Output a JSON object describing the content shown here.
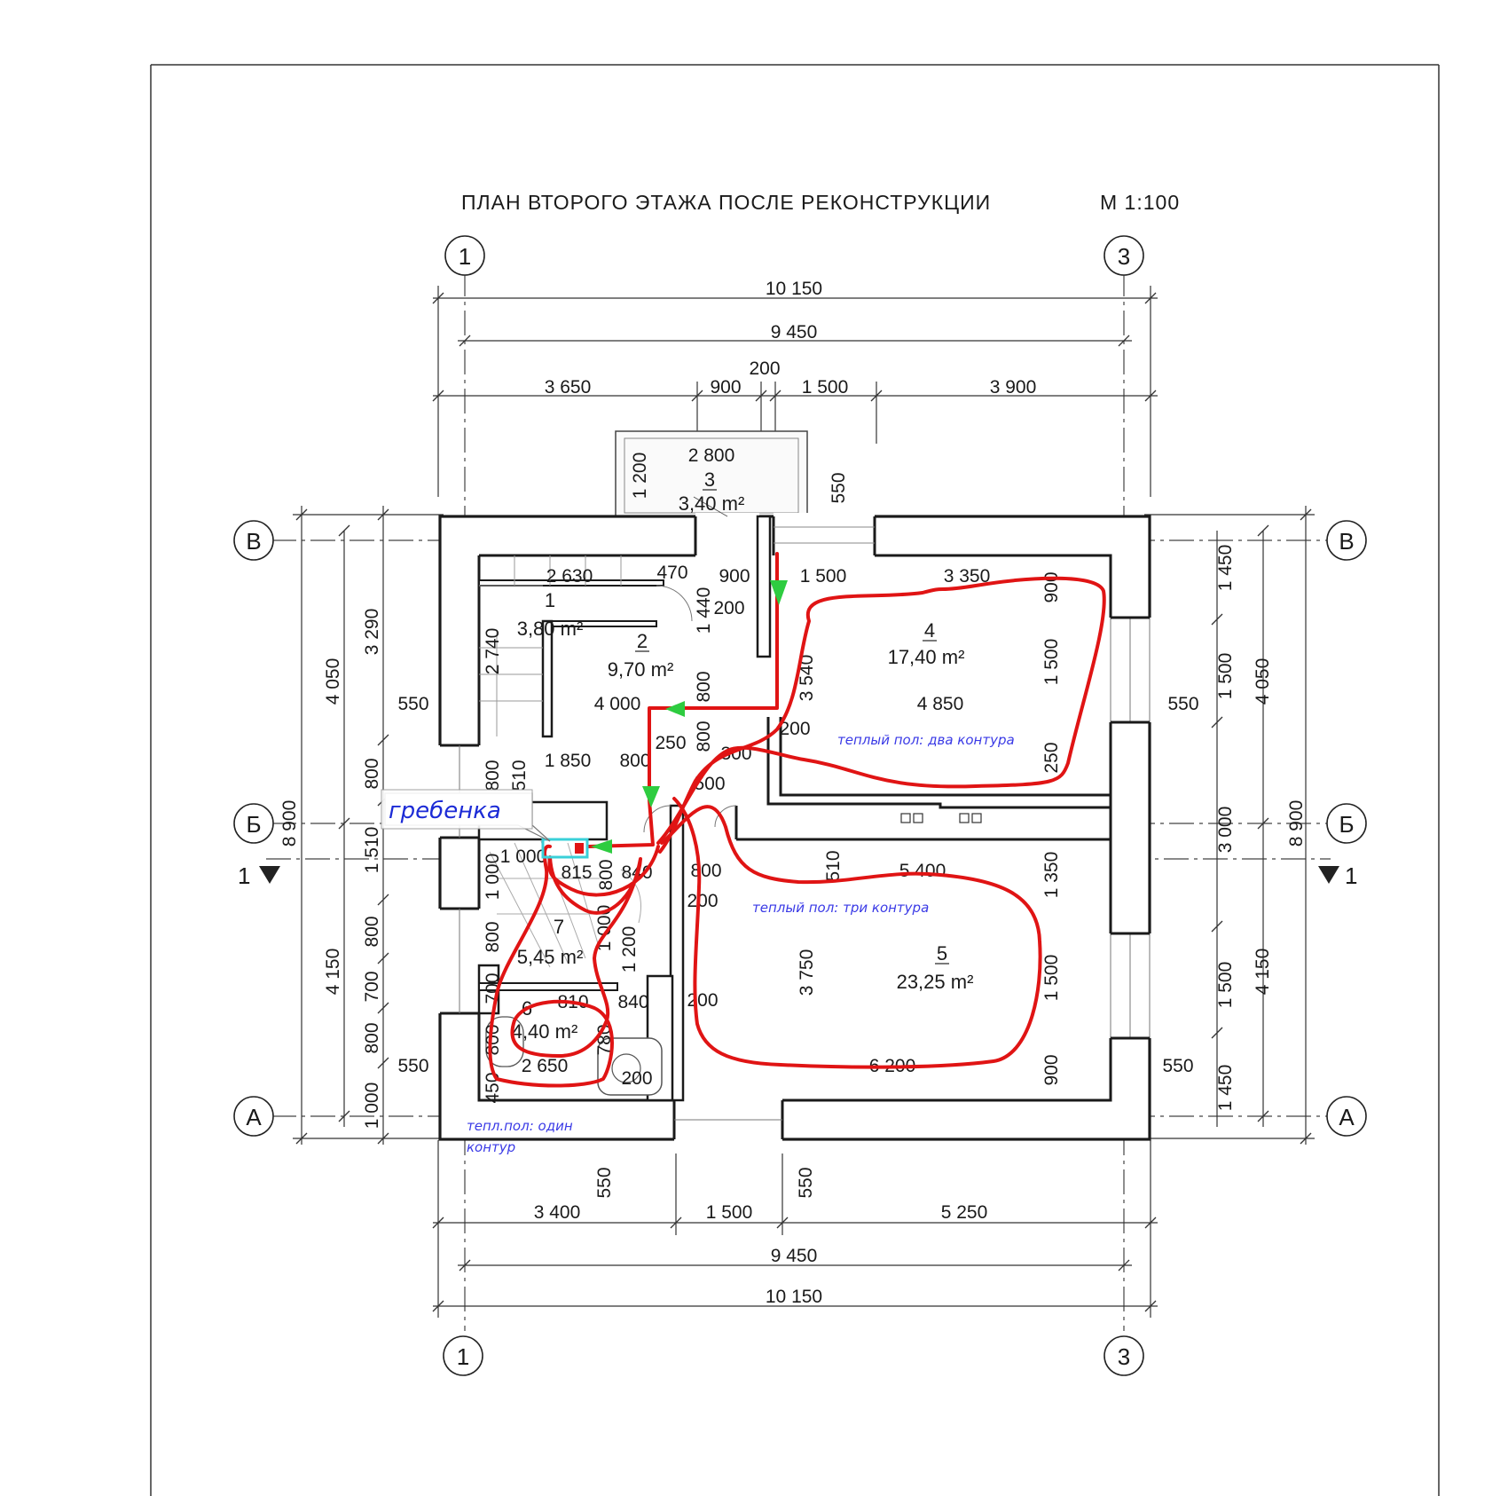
{
  "title": "ПЛАН   ВТОРОГО   ЭТАЖА   ПОСЛЕ   РЕКОНСТРУКЦИИ",
  "scale": "М  1:100",
  "axes": {
    "top_left": "1",
    "top_right": "3",
    "bottom_left": "1",
    "bottom_right": "3",
    "left_v": "В",
    "left_b": "Б",
    "left_a": "А",
    "right_v": "В",
    "right_b": "Б",
    "right_a": "А",
    "section_left": "1",
    "section_right": "1"
  },
  "dims_top": {
    "overall": "10 150",
    "axes": "9 450",
    "small": "200",
    "seg1": "3 650",
    "seg2": "900",
    "seg3": "1 500",
    "seg4": "3 900"
  },
  "dims_bottom": {
    "seg1": "3 400",
    "seg2": "1 500",
    "seg3": "5 250",
    "axes": "9 450",
    "overall": "10 150",
    "stub1": "550",
    "stub2": "550"
  },
  "dims_left": {
    "overall": "8 900",
    "d1": "4 050",
    "d2": "4 150",
    "d3": "3 290",
    "d4": "800",
    "d5": "1 510",
    "d6": "800",
    "d7": "700",
    "d8": "800",
    "d9": "1 000",
    "d10": "550",
    "d11": "550"
  },
  "dims_right": {
    "overall": "8 900",
    "d1": "4 050",
    "d2": "4 150",
    "d3": "1 450",
    "d4": "1 500",
    "d5": "3 000",
    "d6": "1 500",
    "d7": "1 450",
    "d8": "550",
    "d9": "550"
  },
  "rooms": [
    {
      "number": "1",
      "area": "3,80 m²"
    },
    {
      "number": "2",
      "area": "9,70 m²"
    },
    {
      "number": "3",
      "area": "3,40 m²"
    },
    {
      "number": "4",
      "area": "17,40 m²"
    },
    {
      "number": "5",
      "area": "23,25 m²"
    },
    {
      "number": "6",
      "area": "4,40 m²"
    },
    {
      "number": "7",
      "area": "5,45 m²"
    }
  ],
  "inner_dims": {
    "balcony_w": "2 800",
    "balcony_h": "1 200",
    "balcony_off": "550",
    "r1_w": "2 630",
    "r1_a": "470",
    "r1_b": "900",
    "r1_h": "2 740",
    "r2_a": "1 440",
    "r2_b": "200",
    "r2_w": "4 000",
    "r2_c": "800",
    "r2_d": "250",
    "r2_e": "800",
    "r2_f": "1 850",
    "r2_g": "800",
    "r2_h": "510",
    "r2_i": "800",
    "r4_a": "1 500",
    "r4_b": "3 350",
    "r4_c": "900",
    "r4_d": "1 500",
    "r4_e": "4 850",
    "r4_f": "3 540",
    "r4_g": "200",
    "r4_h": "250",
    "r4_i": "300",
    "r4_j": "500",
    "r5_a": "5 400",
    "r5_b": "1 350",
    "r5_c": "1 500",
    "r5_d": "3 750",
    "r5_e": "510",
    "r5_f": "800",
    "r5_g": "200",
    "r5_h": "200",
    "r5_i": "6 200",
    "r5_j": "900",
    "r7_a": "1 000",
    "r7_b": "815",
    "r7_c": "800",
    "r7_d": "840",
    "r7_e": "1 000",
    "r7_f": "800",
    "r7_g": "1 000",
    "r7_h": "1 200",
    "r7_i": "700",
    "r7_j": "800",
    "r6_a": "810",
    "r6_b": "840",
    "r6_c": "780",
    "r6_d": "2 650",
    "r6_e": "200",
    "r6_f": "450"
  },
  "annotations": {
    "manifold": "гребенка",
    "note_room4": "теплый пол: два контура",
    "note_room5": "теплый пол: три контура",
    "note_bath_line1": "тепл.пол: один",
    "note_bath_line2": "контур"
  },
  "colors": {
    "pipe": "#e01414",
    "arrow": "#2ecc40",
    "manifold": "#3ad0d8",
    "note": "#3a3ae6"
  }
}
